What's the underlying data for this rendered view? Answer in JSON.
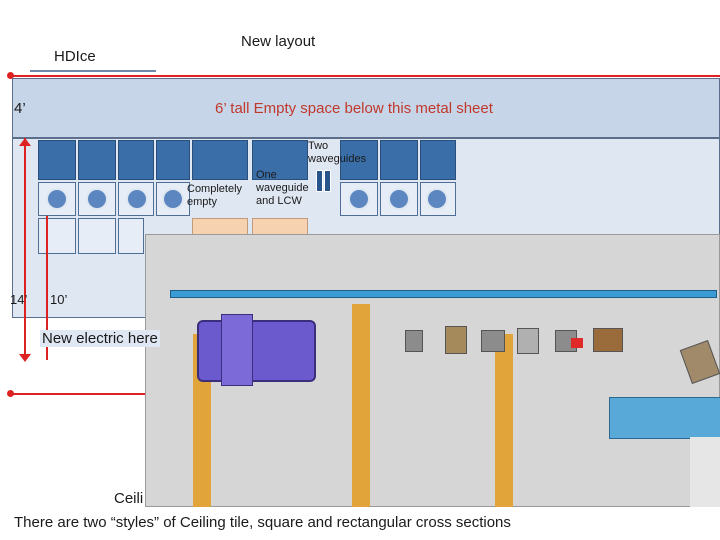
{
  "title": "New layout",
  "room_label": "HDIce",
  "labels": {
    "top_height": "4’",
    "metal_sheet": "6’ tall Empty space below this metal sheet",
    "two_waveguides": "Two waveguides",
    "one_waveguide": "One waveguide and LCW",
    "completely_empty": "Completely empty",
    "height_14": "14’",
    "width_10": "10’",
    "new_electric": "New electric here",
    "ceiling_partial": "Ceili",
    "ceiling_note": "There are two “styles” of Ceiling tile, square and rectangular cross sections"
  },
  "colors": {
    "wall_panel": "#c9d6e8",
    "tile_blue": "#3a6ea8",
    "dimension_red": "#d22222",
    "floor_gray": "#d6d6d6",
    "beam_tan": "#e0a43a",
    "beamline_blue": "#3a9bd5",
    "magnet_purple": "#6a5acd"
  }
}
